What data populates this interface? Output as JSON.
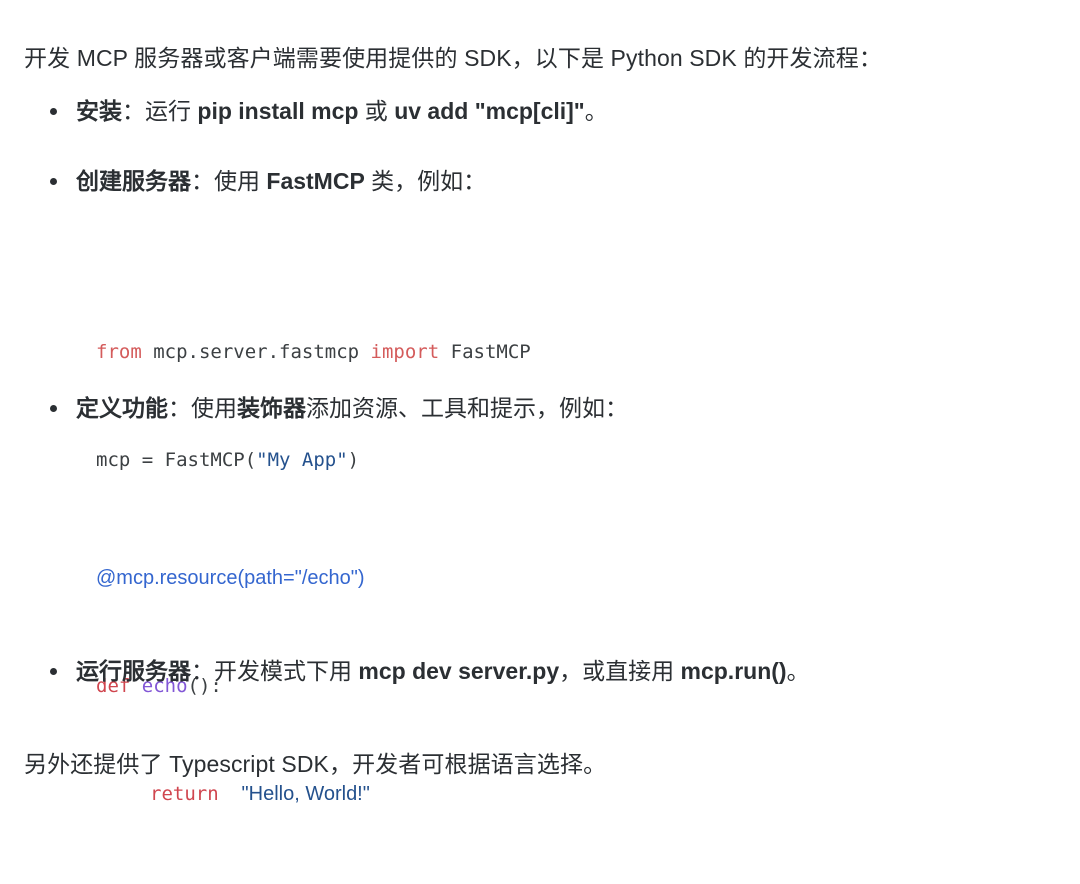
{
  "document": {
    "background_color": "#ffffff",
    "text_color": "#2b2f33",
    "intro_paragraph": "开发 MCP 服务器或客户端需要使用提供的 SDK，以下是 Python SDK 的开发流程：",
    "outro_paragraph": "另外还提供了 Typescript SDK，开发者可根据语言选择。"
  },
  "bullets": [
    {
      "id": "install",
      "marker": "•",
      "label": "安装",
      "separator": "：",
      "text_before": "运行 ",
      "code_1": "pip install mcp",
      "text_middle": " 或 ",
      "code_2": "uv add \"mcp[cli]\"",
      "text_after": "。"
    },
    {
      "id": "create-server",
      "marker": "•",
      "label": "创建服务器",
      "separator": "：",
      "text_before": "使用 ",
      "code_1": "FastMCP",
      "text_after": " 类，例如："
    },
    {
      "id": "define-features",
      "marker": "•",
      "label": "定义功能",
      "separator": "：",
      "text_before": "使用",
      "emphasis": "装饰器",
      "text_after": "添加资源、工具和提示，例如："
    },
    {
      "id": "run-server",
      "marker": "•",
      "label": "运行服务器",
      "separator": "：",
      "text_before": "开发模式下用 ",
      "code_1": "mcp dev server.py",
      "text_middle": "，或直接用 ",
      "code_2": "mcp.run()",
      "text_after": "。"
    }
  ],
  "code_blocks": [
    {
      "id": "fastmcp-server",
      "language": "python",
      "lines": [
        {
          "tokens": [
            {
              "text": "from",
              "kind": "keyword",
              "color": "#d45b5b"
            },
            {
              "text": " mcp.server.fastmcp ",
              "kind": "plain",
              "color": "#3c4043"
            },
            {
              "text": "import",
              "kind": "keyword",
              "color": "#d45b5b"
            },
            {
              "text": " FastMCP",
              "kind": "plain",
              "color": "#3c4043"
            }
          ]
        },
        {
          "tokens": [
            {
              "text": "mcp = FastMCP(",
              "kind": "plain",
              "color": "#3c4043"
            },
            {
              "text": "\"My App\"",
              "kind": "string",
              "color": "#24518d"
            },
            {
              "text": ")",
              "kind": "plain",
              "color": "#3c4043"
            }
          ]
        }
      ]
    },
    {
      "id": "echo-resource",
      "language": "python",
      "lines": [
        {
          "tokens": [
            {
              "text": "@mcp.resource(path=\"/echo\")",
              "kind": "decorator",
              "color": "#3466cf"
            }
          ]
        },
        {
          "tokens": [
            {
              "text": "def",
              "kind": "keyword",
              "color": "#d0464f"
            },
            {
              "text": " ",
              "kind": "plain",
              "color": "#3c4043"
            },
            {
              "text": "echo",
              "kind": "function",
              "color": "#8257d6"
            },
            {
              "text": "():",
              "kind": "punctuation",
              "color": "#3c4043"
            }
          ]
        },
        {
          "tokens": [
            {
              "text": "    ",
              "kind": "indent",
              "color": "#3c4043"
            },
            {
              "text": "return",
              "kind": "keyword",
              "color": "#d0464f"
            },
            {
              "text": "  ",
              "kind": "plain",
              "color": "#3c4043"
            },
            {
              "text": "\"Hello, World!\"",
              "kind": "string",
              "color": "#24518d"
            }
          ]
        }
      ]
    }
  ]
}
